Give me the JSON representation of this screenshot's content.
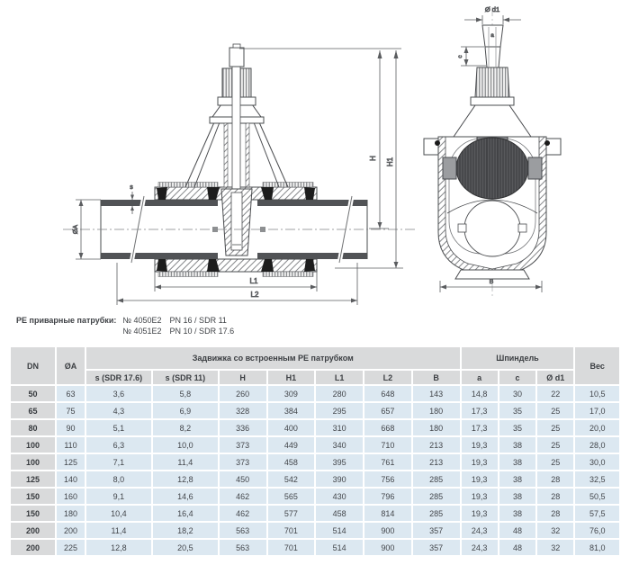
{
  "note": {
    "label": "PE приварные патрубки:",
    "lines": [
      {
        "num": "№ 4050E2",
        "spec": "PN 16 / SDR 11"
      },
      {
        "num": "№ 4051E2",
        "spec": "PN 10 / SDR 17.6"
      }
    ]
  },
  "drawing": {
    "front": {
      "s": "s",
      "dia_a": "ØA",
      "h": "H",
      "h1": "H1",
      "l1": "L1",
      "l2": "L2"
    },
    "side": {
      "dia_d1": "Ø d1",
      "a": "a",
      "c": "c",
      "b": "B"
    }
  },
  "table": {
    "header": {
      "dn": "DN",
      "oa": "ØA",
      "group_valve": "Задвижка со встроенным PE патрубком",
      "group_spindle": "Шпиндель",
      "weight": "Вес",
      "sub": [
        "s (SDR 17.6)",
        "s (SDR 11)",
        "H",
        "H1",
        "L1",
        "L2",
        "B",
        "a",
        "c",
        "Ø d1"
      ]
    },
    "rows": [
      [
        "50",
        "63",
        "3,6",
        "5,8",
        "260",
        "309",
        "280",
        "648",
        "143",
        "14,8",
        "30",
        "22",
        "10,5"
      ],
      [
        "65",
        "75",
        "4,3",
        "6,9",
        "328",
        "384",
        "295",
        "657",
        "180",
        "17,3",
        "35",
        "25",
        "17,0"
      ],
      [
        "80",
        "90",
        "5,1",
        "8,2",
        "336",
        "400",
        "310",
        "668",
        "180",
        "17,3",
        "35",
        "25",
        "20,0"
      ],
      [
        "100",
        "110",
        "6,3",
        "10,0",
        "373",
        "449",
        "340",
        "710",
        "213",
        "19,3",
        "38",
        "25",
        "28,0"
      ],
      [
        "100",
        "125",
        "7,1",
        "11,4",
        "373",
        "458",
        "395",
        "761",
        "213",
        "19,3",
        "38",
        "25",
        "30,0"
      ],
      [
        "125",
        "140",
        "8,0",
        "12,8",
        "450",
        "542",
        "390",
        "756",
        "285",
        "19,3",
        "38",
        "28",
        "32,5"
      ],
      [
        "150",
        "160",
        "9,1",
        "14,6",
        "462",
        "565",
        "430",
        "796",
        "285",
        "19,3",
        "38",
        "28",
        "50,5"
      ],
      [
        "150",
        "180",
        "10,4",
        "16,4",
        "462",
        "577",
        "458",
        "814",
        "285",
        "19,3",
        "38",
        "28",
        "57,5"
      ],
      [
        "200",
        "200",
        "11,4",
        "18,2",
        "563",
        "701",
        "514",
        "900",
        "357",
        "24,3",
        "48",
        "32",
        "76,0"
      ],
      [
        "200",
        "225",
        "12,8",
        "20,5",
        "563",
        "701",
        "514",
        "900",
        "357",
        "24,3",
        "48",
        "32",
        "81,0"
      ]
    ]
  }
}
